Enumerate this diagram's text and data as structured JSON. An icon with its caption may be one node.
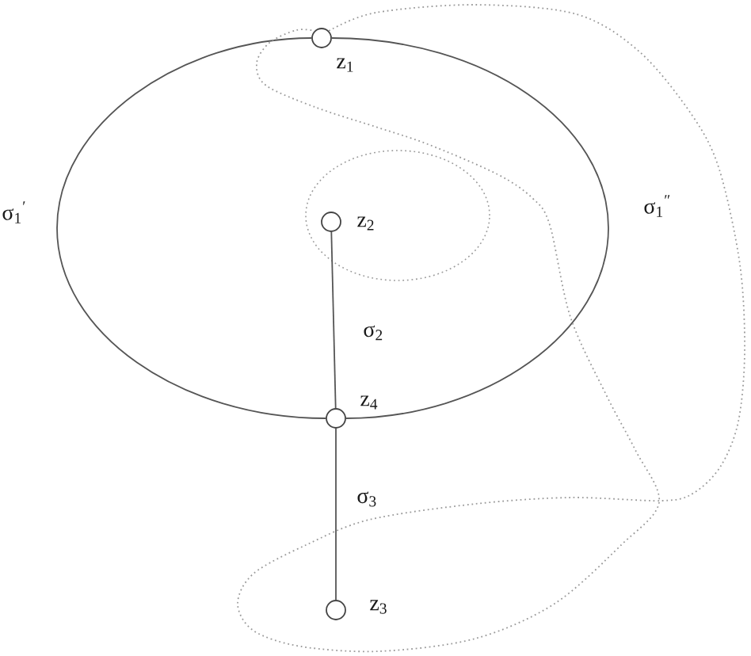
{
  "diagram": {
    "nodes": [
      {
        "text": [],
        "shape": "circle",
        "beside": [
          "z$_{1}$"
        ]
      },
      {
        "text": [],
        "shape": "circle",
        "beside": [
          "z$_{2}$"
        ]
      },
      {
        "text": [],
        "shape": "circle",
        "beside": [
          "z$_{4}$"
        ]
      },
      {
        "text": [],
        "shape": "circle",
        "beside": [
          "z$_{3}$"
        ]
      }
    ],
    "edges": [
      {
        "from": 1,
        "to": 2,
        "arrow": "none",
        "label": "σ$_{2}$"
      },
      {
        "from": 2,
        "to": 3,
        "arrow": "none",
        "label": "σ$_{3}$"
      },
      {
        "from": 0,
        "to": 2,
        "arrow": "none",
        "label": "σ$_{1}$$^{′}$"
      },
      {
        "from": 0,
        "to": 2,
        "arrow": "none"
      },
      {
        "from": 0,
        "to": 0,
        "arrow": "none",
        "label": "σ$_{1}$$^{″}$",
        "style": "dashed",
        "color": "#9a9a9a"
      }
    ]
  }
}
